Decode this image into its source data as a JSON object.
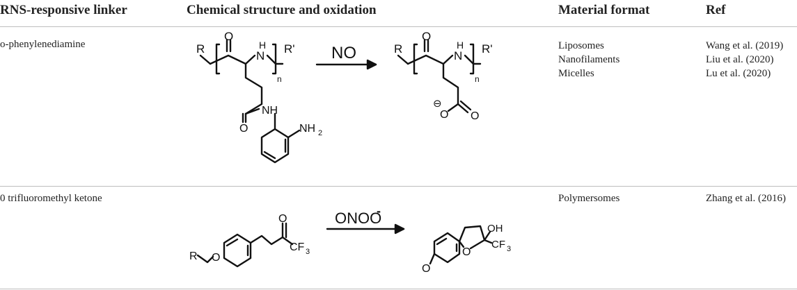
{
  "table": {
    "headers": [
      "RNS-responsive linker",
      "Chemical structure and oxidation",
      "Material format",
      "Ref"
    ],
    "rows": [
      {
        "linker": "o-phenylenediamine",
        "formats": [
          "Liposomes",
          "Nanofilaments",
          "Micelles"
        ],
        "refs": [
          "Wang et al. (2019)",
          "Liu et al. (2020)",
          "Lu et al. (2020)"
        ],
        "reagent": "NO"
      },
      {
        "linker": "0 trifluoromethyl ketone",
        "formats": [
          "Polymersomes"
        ],
        "refs": [
          "Zhang et al. (2016)"
        ],
        "reagent": "ONOO"
      }
    ]
  },
  "chem_labels": {
    "r": "R",
    "r_prime": "R'",
    "o": "O",
    "n_sub": "n",
    "nh": "N",
    "h": "H",
    "nh_amide": "NH",
    "nh2": "NH",
    "sub2": "2",
    "oh": "OH",
    "cf": "CF",
    "sub3": "3",
    "minus": "-",
    "anion": "⊖"
  }
}
